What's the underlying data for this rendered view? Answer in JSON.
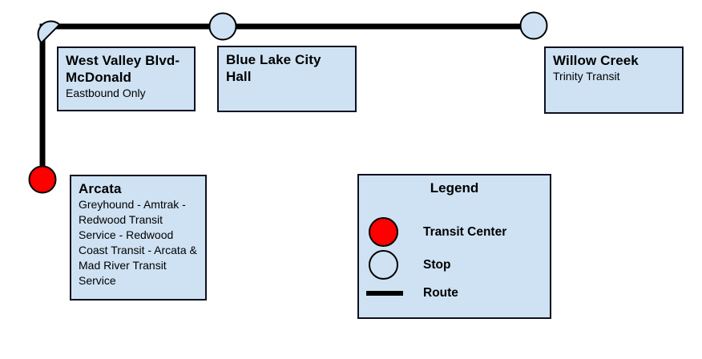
{
  "diagram": {
    "type": "transit-route-map",
    "route_shape": "L-shaped line from Arcata north to West Valley corner, then east to Willow Creek"
  },
  "colors": {
    "background": "#ffffff",
    "box_fill": "#cfe2f3",
    "box_border": "#0d1021",
    "route_line": "#000000",
    "transit_center": "#ff0000",
    "stop_fill": "#cfe2f3",
    "text": "#000000"
  },
  "stops": [
    {
      "name": "West Valley Blvd-McDonald",
      "detail": "Eastbound Only",
      "marker": "stop-half-circle"
    },
    {
      "name": "Blue Lake City Hall",
      "detail": "",
      "marker": "stop-circle"
    },
    {
      "name": "Willow Creek",
      "detail": "Trinity Transit",
      "marker": "stop-circle"
    },
    {
      "name": "Arcata",
      "detail": "Greyhound - Amtrak - Redwood Transit Service - Redwood Coast Transit - Arcata & Mad River Transit Service",
      "marker": "transit-center-circle"
    }
  ],
  "legend": {
    "title": "Legend",
    "items": [
      {
        "label": "Transit Center",
        "symbol": "red-filled-circle"
      },
      {
        "label": "Stop",
        "symbol": "outlined-circle"
      },
      {
        "label": "Route",
        "symbol": "black-thick-line"
      }
    ]
  }
}
